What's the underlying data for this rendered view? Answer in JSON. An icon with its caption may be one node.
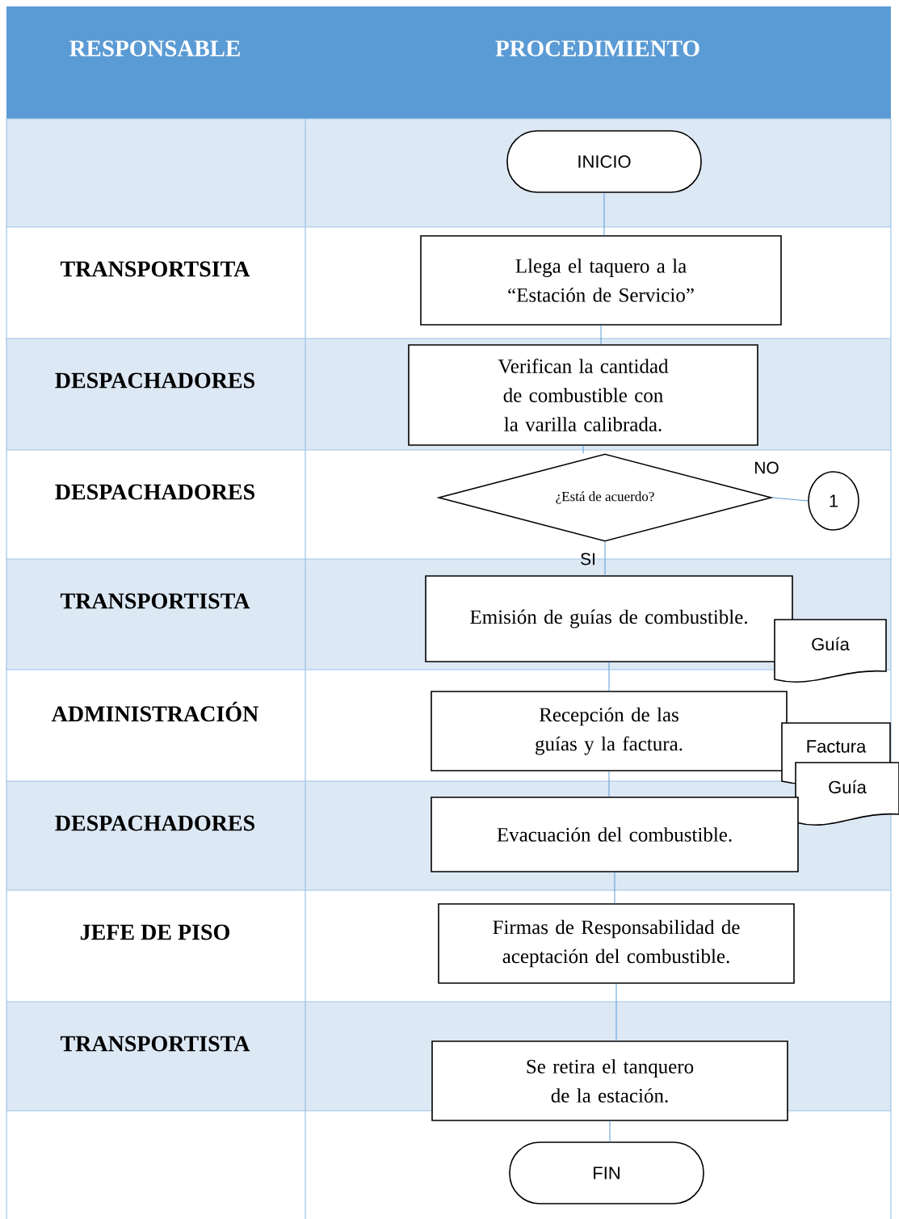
{
  "diagram": {
    "nodes": [
      {
        "text": [
          "INICIO"
        ]
      },
      {
        "text": [
          "Llega el taquero a la “Estación de Servicio”"
        ]
      },
      {
        "text": [
          "Verifican la cantidad de combustible con la varilla calibrada."
        ]
      },
      {
        "text": [
          "¿Está de acuerdo?"
        ]
      },
      {
        "text": [
          "1"
        ]
      },
      {
        "text": [
          "Emisión de guías de combustible."
        ]
      },
      {
        "text": [
          "Guía"
        ]
      },
      {
        "text": [
          "Recepción de las guías y la factura."
        ]
      },
      {
        "text": [
          "Factura"
        ]
      },
      {
        "text": [
          "Guía"
        ]
      },
      {
        "text": [
          "Evacuación del combustible."
        ]
      },
      {
        "text": [
          "Firmas de Responsabilidad de aceptación del combustible."
        ]
      },
      {
        "text": [
          "Se retira el tanquero de la estación."
        ]
      },
      {
        "text": [
          "FIN"
        ]
      }
    ],
    "edges": [
      {
        "from": 0,
        "to": 1,
        "arrow": "none"
      },
      {
        "from": 1,
        "to": 2,
        "arrow": "none"
      },
      {
        "from": 2,
        "to": 3,
        "arrow": "none"
      },
      {
        "from": 3,
        "to": 4,
        "arrow": "none",
        "label": "NO"
      },
      {
        "from": 3,
        "to": 5,
        "arrow": "none",
        "label": "SI"
      },
      {
        "from": 5,
        "to": 7,
        "arrow": "none"
      },
      {
        "from": 7,
        "to": 10,
        "arrow": "none"
      },
      {
        "from": 10,
        "to": 11,
        "arrow": "none"
      },
      {
        "from": 11,
        "to": 12,
        "arrow": "none"
      },
      {
        "from": 12,
        "to": 13,
        "arrow": "none"
      }
    ],
    "labels": [
      "RESPONSABLE",
      "PROCEDIMIENTO",
      "TRANSPORTSITA",
      "DESPACHADORES",
      "DESPACHADORES",
      "TRANSPORTISTA",
      "ADMINISTRACIÓN",
      "DESPACHADORES",
      "JEFE DE PISO",
      "TRANSPORTISTA"
    ]
  }
}
